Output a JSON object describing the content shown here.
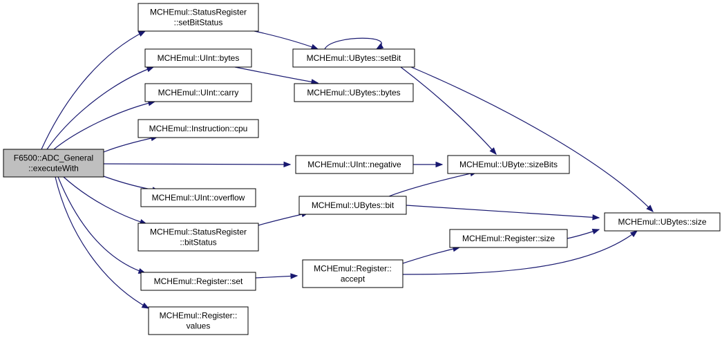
{
  "nodes": [
    {
      "id": "root",
      "lines": [
        "F6500::ADC_General",
        "::executeWith"
      ],
      "root": true
    },
    {
      "id": "sr_setBitStatus",
      "lines": [
        "MCHEmul::StatusRegister",
        "::setBitStatus"
      ]
    },
    {
      "id": "uint_bytes",
      "lines": [
        "MCHEmul::UInt::bytes"
      ]
    },
    {
      "id": "uint_carry",
      "lines": [
        "MCHEmul::UInt::carry"
      ]
    },
    {
      "id": "instr_cpu",
      "lines": [
        "MCHEmul::Instruction::cpu"
      ]
    },
    {
      "id": "uint_negative",
      "lines": [
        "MCHEmul::UInt::negative"
      ]
    },
    {
      "id": "uint_overflow",
      "lines": [
        "MCHEmul::UInt::overflow"
      ]
    },
    {
      "id": "sr_bitStatus",
      "lines": [
        "MCHEmul::StatusRegister",
        "::bitStatus"
      ]
    },
    {
      "id": "reg_set",
      "lines": [
        "MCHEmul::Register::set"
      ]
    },
    {
      "id": "reg_values",
      "lines": [
        "MCHEmul::Register::",
        "values"
      ]
    },
    {
      "id": "ubytes_setBit",
      "lines": [
        "MCHEmul::UBytes::setBit"
      ]
    },
    {
      "id": "ubytes_bytes",
      "lines": [
        "MCHEmul::UBytes::bytes"
      ]
    },
    {
      "id": "ubyte_sizeBits",
      "lines": [
        "MCHEmul::UByte::sizeBits"
      ]
    },
    {
      "id": "ubytes_bit",
      "lines": [
        "MCHEmul::UBytes::bit"
      ]
    },
    {
      "id": "reg_size",
      "lines": [
        "MCHEmul::Register::size"
      ]
    },
    {
      "id": "reg_accept",
      "lines": [
        "MCHEmul::Register::",
        "accept"
      ]
    },
    {
      "id": "ubytes_size",
      "lines": [
        "MCHEmul::UBytes::size"
      ]
    }
  ],
  "edges": [
    [
      "root",
      "sr_setBitStatus"
    ],
    [
      "root",
      "uint_bytes"
    ],
    [
      "root",
      "uint_carry"
    ],
    [
      "root",
      "instr_cpu"
    ],
    [
      "root",
      "uint_negative"
    ],
    [
      "root",
      "uint_overflow"
    ],
    [
      "root",
      "sr_bitStatus"
    ],
    [
      "root",
      "reg_set"
    ],
    [
      "root",
      "reg_values"
    ],
    [
      "sr_setBitStatus",
      "ubytes_setBit"
    ],
    [
      "ubytes_setBit",
      "ubytes_setBit"
    ],
    [
      "ubytes_setBit",
      "ubyte_sizeBits"
    ],
    [
      "ubytes_setBit",
      "ubytes_size"
    ],
    [
      "uint_bytes",
      "ubytes_bytes"
    ],
    [
      "uint_negative",
      "ubyte_sizeBits"
    ],
    [
      "sr_bitStatus",
      "ubytes_bit"
    ],
    [
      "ubytes_bit",
      "ubyte_sizeBits"
    ],
    [
      "ubytes_bit",
      "ubytes_size"
    ],
    [
      "reg_set",
      "reg_accept"
    ],
    [
      "reg_accept",
      "reg_size"
    ],
    [
      "reg_accept",
      "ubytes_size"
    ],
    [
      "reg_size",
      "ubytes_size"
    ]
  ],
  "colors": {
    "edge": "#191970",
    "root_fill": "#bfbfbf",
    "node_fill": "#ffffff",
    "border": "#000000"
  }
}
